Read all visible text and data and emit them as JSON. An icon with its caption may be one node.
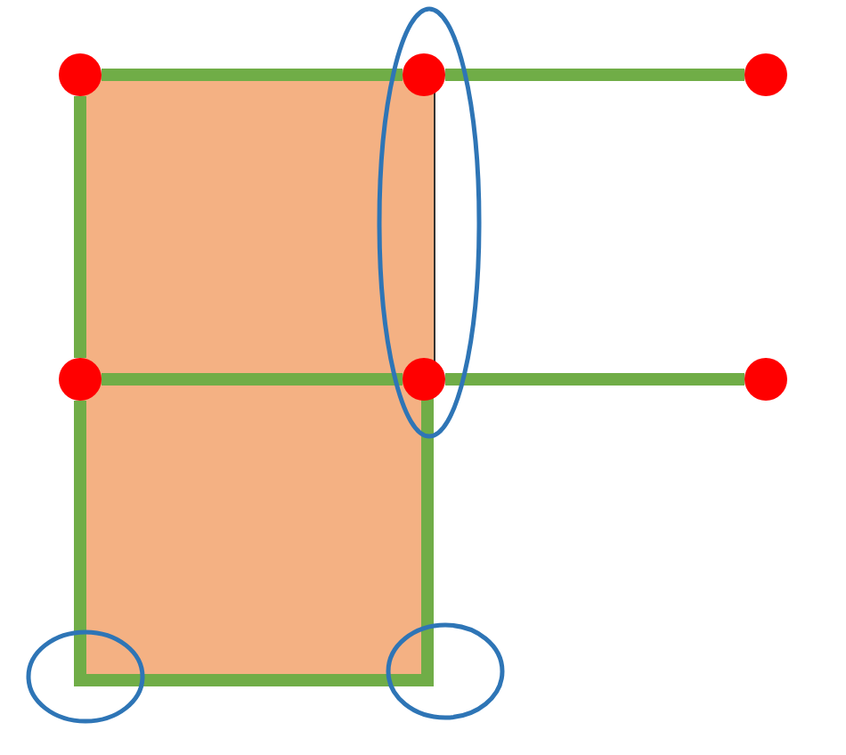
{
  "diagram": {
    "nodes": [
      {
        "text": [],
        "shape": "circle"
      },
      {
        "text": [],
        "shape": "circle"
      },
      {
        "text": [],
        "shape": "circle"
      },
      {
        "text": [],
        "shape": "circle"
      },
      {
        "text": [],
        "shape": "circle"
      },
      {
        "text": [],
        "shape": "circle"
      }
    ],
    "edges": [
      {
        "from": 0,
        "to": 1,
        "arrow": "none"
      },
      {
        "from": 1,
        "to": 2,
        "arrow": "none"
      },
      {
        "from": 3,
        "to": 4,
        "arrow": "none"
      },
      {
        "from": 4,
        "to": 5,
        "arrow": "none"
      },
      {
        "from": 0,
        "to": 3,
        "arrow": "none"
      },
      {
        "from": 3,
        "to": 4,
        "arrow": "none"
      }
    ]
  }
}
